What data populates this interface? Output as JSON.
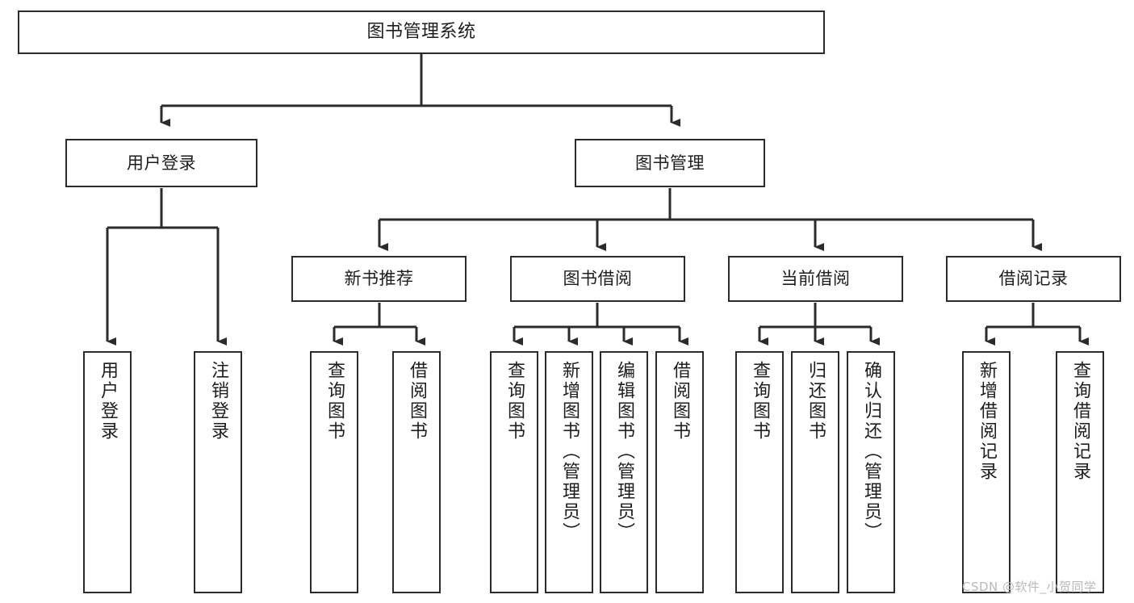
{
  "diagram": {
    "title": "图书管理系统",
    "type": "tree-hierarchy",
    "root": {
      "label": "图书管理系统"
    },
    "level2": [
      {
        "label": "用户登录"
      },
      {
        "label": "图书管理"
      }
    ],
    "level3": [
      {
        "label": "新书推荐"
      },
      {
        "label": "图书借阅"
      },
      {
        "label": "当前借阅"
      },
      {
        "label": "借阅记录"
      }
    ],
    "leaves": {
      "user_login": [
        {
          "label": "用户登录"
        },
        {
          "label": "注销登录"
        }
      ],
      "new_book_recommend": [
        {
          "label": "查询图书"
        },
        {
          "label": "借阅图书"
        }
      ],
      "book_borrow": [
        {
          "label": "查询图书"
        },
        {
          "label": "新增图书（管理员）"
        },
        {
          "label": "编辑图书（管理员）"
        },
        {
          "label": "借阅图书"
        }
      ],
      "current_borrow": [
        {
          "label": "查询图书"
        },
        {
          "label": "归还图书"
        },
        {
          "label": "确认归还（管理员）"
        }
      ],
      "borrow_record": [
        {
          "label": "新增借阅记录"
        },
        {
          "label": "查询借阅记录"
        }
      ]
    }
  },
  "watermark": {
    "text": "CSDN @软件_小贺同学"
  },
  "colors": {
    "border": "#2b2b2b",
    "text": "#1d1d1d",
    "background": "#ffffff",
    "wire": "#2b2b2b",
    "watermark": "#b9b9b9"
  }
}
